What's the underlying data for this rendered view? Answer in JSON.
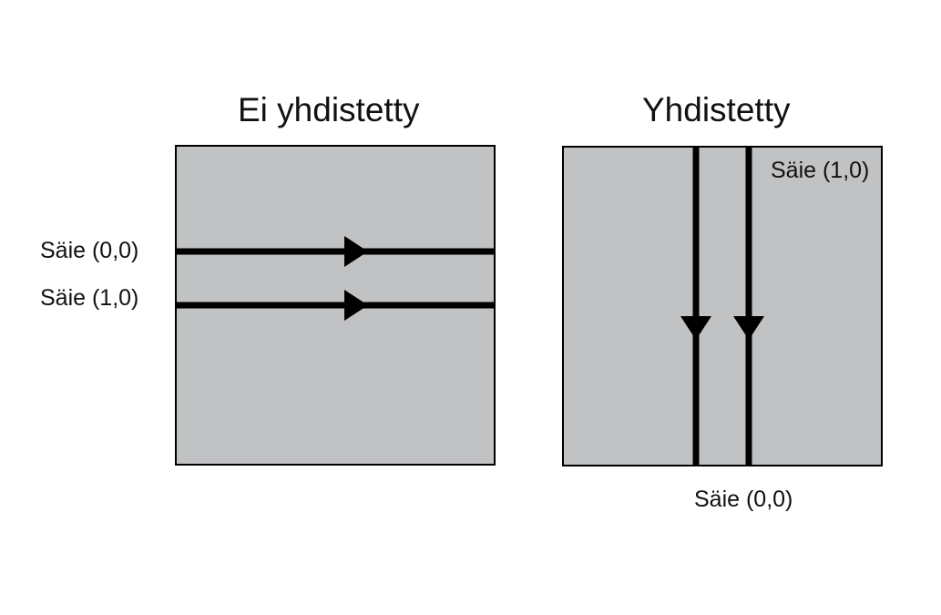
{
  "colors": {
    "background": "#ffffff",
    "matrix_fill": "#c1c2c4",
    "stroke": "#000000",
    "text": "#111111"
  },
  "left_panel": {
    "title": "Ei yhdistetty",
    "thread_labels": [
      "Säie (0,0)",
      "Säie (1,0)"
    ],
    "arrow_direction": "right"
  },
  "right_panel": {
    "title": "Yhdistetty",
    "thread_labels": [
      "Säie (1,0)",
      "Säie (0,0)"
    ],
    "arrow_direction": "down"
  }
}
